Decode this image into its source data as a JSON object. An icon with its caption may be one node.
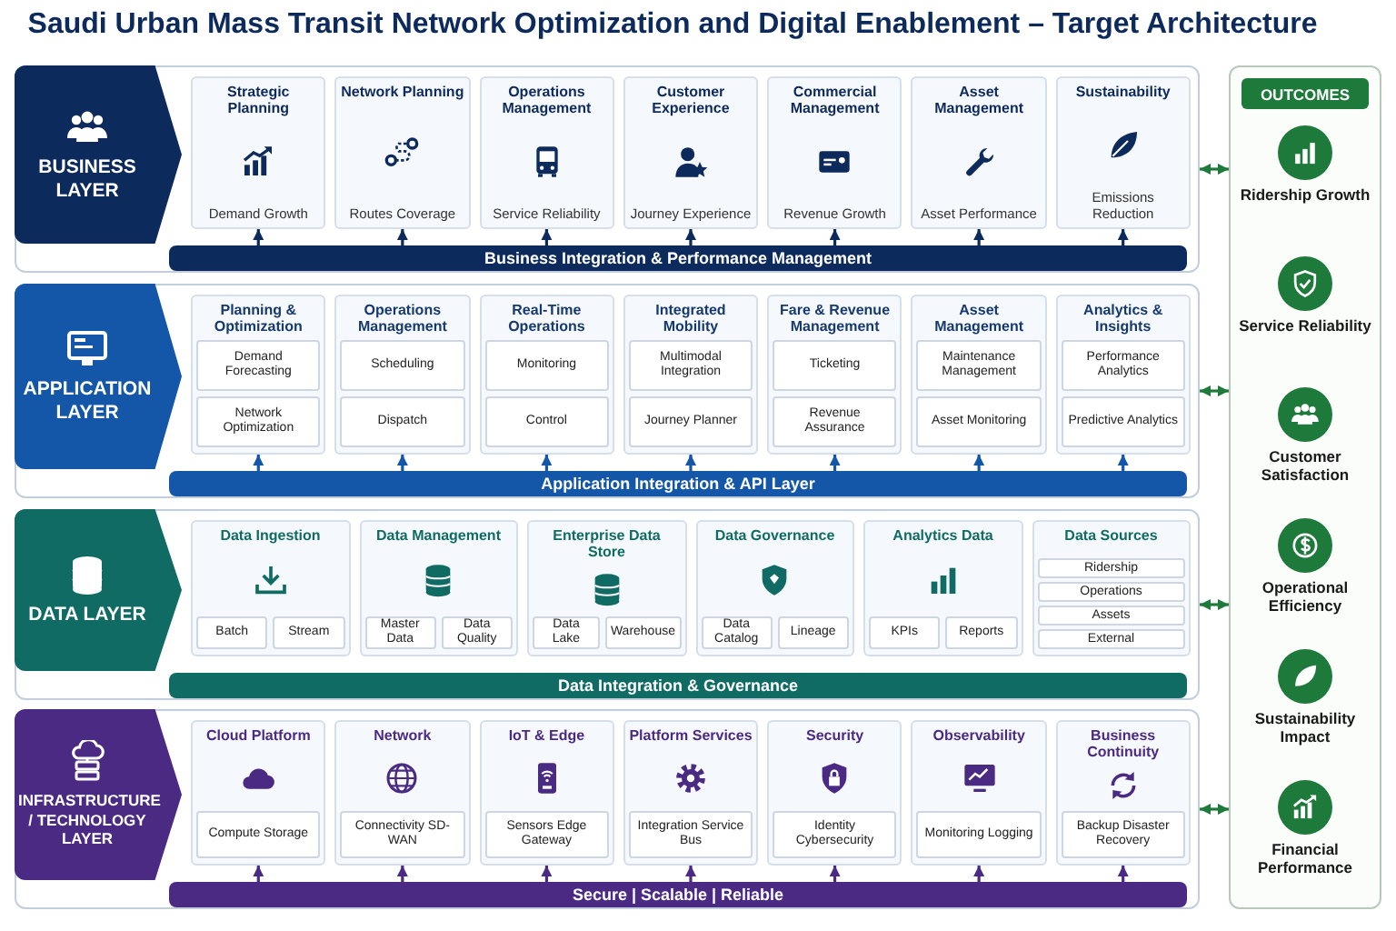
{
  "diagram": {
    "title": "Saudi Urban Mass Transit Network Optimization and Digital Enablement – Target Architecture",
    "nodes": [
      {
        "text": [
          "BUSINESS LAYER"
        ]
      },
      {
        "text": [
          "Strategic Planning",
          "Demand Growth"
        ],
        "in": 0
      },
      {
        "text": [
          "Network Planning",
          "Routes Coverage"
        ],
        "in": 0
      },
      {
        "text": [
          "Operations Management",
          "Service Reliability"
        ],
        "in": 0
      },
      {
        "text": [
          "Customer Experience",
          "Journey Experience"
        ],
        "in": 0
      },
      {
        "text": [
          "Commercial Management",
          "Revenue Growth"
        ],
        "in": 0
      },
      {
        "text": [
          "Asset Management",
          "Asset Performance"
        ],
        "in": 0
      },
      {
        "text": [
          "Sustainability",
          "Emissions Reduction"
        ],
        "in": 0
      },
      {
        "text": [
          "Business Integration & Performance Management"
        ],
        "in": 0
      },
      {
        "text": [
          "APPLICATION LAYER"
        ]
      },
      {
        "text": [
          "Planning & Optimization"
        ],
        "in": 9
      },
      {
        "text": [
          "Demand Forecasting"
        ],
        "in": 10
      },
      {
        "text": [
          "Network Optimization"
        ],
        "in": 10
      },
      {
        "text": [
          "Operations Management"
        ],
        "in": 9
      },
      {
        "text": [
          "Scheduling"
        ],
        "in": 13
      },
      {
        "text": [
          "Dispatch"
        ],
        "in": 13
      },
      {
        "text": [
          "Real-Time Operations"
        ],
        "in": 9
      },
      {
        "text": [
          "Monitoring"
        ],
        "in": 16
      },
      {
        "text": [
          "Control"
        ],
        "in": 16
      },
      {
        "text": [
          "Integrated Mobility"
        ],
        "in": 9
      },
      {
        "text": [
          "Multimodal Integration"
        ],
        "in": 19
      },
      {
        "text": [
          "Journey Planner"
        ],
        "in": 19
      },
      {
        "text": [
          "Fare & Revenue Management"
        ],
        "in": 9
      },
      {
        "text": [
          "Ticketing"
        ],
        "in": 22
      },
      {
        "text": [
          "Revenue Assurance"
        ],
        "in": 22
      },
      {
        "text": [
          "Asset Management"
        ],
        "in": 9
      },
      {
        "text": [
          "Maintenance Management"
        ],
        "in": 25
      },
      {
        "text": [
          "Asset Monitoring"
        ],
        "in": 25
      },
      {
        "text": [
          "Analytics & Insights"
        ],
        "in": 9
      },
      {
        "text": [
          "Performance Analytics"
        ],
        "in": 28
      },
      {
        "text": [
          "Predictive Analytics"
        ],
        "in": 28
      },
      {
        "text": [
          "Application Integration & API Layer"
        ],
        "in": 9
      },
      {
        "text": [
          "DATA LAYER"
        ]
      },
      {
        "text": [
          "Data Ingestion"
        ],
        "in": 32
      },
      {
        "text": [
          "Batch"
        ],
        "in": 33
      },
      {
        "text": [
          "Stream"
        ],
        "in": 33
      },
      {
        "text": [
          "Data Management"
        ],
        "in": 32
      },
      {
        "text": [
          "Master Data"
        ],
        "in": 36
      },
      {
        "text": [
          "Data Quality"
        ],
        "in": 36
      },
      {
        "text": [
          "Enterprise Data Store"
        ],
        "in": 32
      },
      {
        "text": [
          "Data Lake"
        ],
        "in": 39
      },
      {
        "text": [
          "Warehouse"
        ],
        "in": 39
      },
      {
        "text": [
          "Data Governance"
        ],
        "in": 32
      },
      {
        "text": [
          "Data Catalog"
        ],
        "in": 42
      },
      {
        "text": [
          "Lineage"
        ],
        "in": 42
      },
      {
        "text": [
          "Analytics Data"
        ],
        "in": 32
      },
      {
        "text": [
          "KPIs"
        ],
        "in": 45
      },
      {
        "text": [
          "Reports"
        ],
        "in": 45
      },
      {
        "text": [
          "Data Sources"
        ],
        "in": 32
      },
      {
        "text": [
          "Ridership"
        ],
        "in": 48
      },
      {
        "text": [
          "Operations"
        ],
        "in": 48
      },
      {
        "text": [
          "Assets"
        ],
        "in": 48
      },
      {
        "text": [
          "External"
        ],
        "in": 48
      },
      {
        "text": [
          "Data Integration & Governance"
        ],
        "in": 32
      },
      {
        "text": [
          "INFRASTRUCTURE / TECHNOLOGY LAYER"
        ]
      },
      {
        "text": [
          "Cloud Platform"
        ],
        "in": 54
      },
      {
        "text": [
          "Compute Storage"
        ],
        "in": 55
      },
      {
        "text": [
          "Network"
        ],
        "in": 54
      },
      {
        "text": [
          "Connectivity SD-WAN"
        ],
        "in": 57
      },
      {
        "text": [
          "IoT & Edge"
        ],
        "in": 54
      },
      {
        "text": [
          "Sensors Edge Gateway"
        ],
        "in": 59
      },
      {
        "text": [
          "Platform Services"
        ],
        "in": 54
      },
      {
        "text": [
          "Integration Service Bus"
        ],
        "in": 61
      },
      {
        "text": [
          "Security"
        ],
        "in": 54
      },
      {
        "text": [
          "Identity Cybersecurity"
        ],
        "in": 63
      },
      {
        "text": [
          "Observability"
        ],
        "in": 54
      },
      {
        "text": [
          "Monitoring Logging"
        ],
        "in": 65
      },
      {
        "text": [
          "Business Continuity"
        ],
        "in": 54
      },
      {
        "text": [
          "Backup Disaster Recovery"
        ],
        "in": 67
      },
      {
        "text": [
          "Secure | Scalable | Reliable"
        ],
        "in": 54
      },
      {
        "text": [
          "OUTCOMES"
        ]
      },
      {
        "text": [
          "Ridership Growth"
        ],
        "in": 70
      },
      {
        "text": [
          "Service Reliability"
        ],
        "in": 70
      },
      {
        "text": [
          "Customer Satisfaction"
        ],
        "in": 70
      },
      {
        "text": [
          "Operational Efficiency"
        ],
        "in": 70
      },
      {
        "text": [
          "Sustainability Impact"
        ],
        "in": 70
      },
      {
        "text": [
          "Financial Performance"
        ],
        "in": 70
      }
    ],
    "edges": [
      {
        "from": 8,
        "to": 1,
        "arrow": "to"
      },
      {
        "from": 8,
        "to": 2,
        "arrow": "to"
      },
      {
        "from": 8,
        "to": 3,
        "arrow": "to"
      },
      {
        "from": 8,
        "to": 4,
        "arrow": "to"
      },
      {
        "from": 8,
        "to": 5,
        "arrow": "to"
      },
      {
        "from": 8,
        "to": 6,
        "arrow": "to"
      },
      {
        "from": 8,
        "to": 7,
        "arrow": "to"
      },
      {
        "from": 31,
        "to": 10,
        "arrow": "to"
      },
      {
        "from": 31,
        "to": 13,
        "arrow": "to"
      },
      {
        "from": 31,
        "to": 16,
        "arrow": "to"
      },
      {
        "from": 31,
        "to": 19,
        "arrow": "to"
      },
      {
        "from": 31,
        "to": 22,
        "arrow": "to"
      },
      {
        "from": 31,
        "to": 25,
        "arrow": "to"
      },
      {
        "from": 31,
        "to": 28,
        "arrow": "to"
      },
      {
        "from": 69,
        "to": 55,
        "arrow": "to"
      },
      {
        "from": 69,
        "to": 57,
        "arrow": "to"
      },
      {
        "from": 69,
        "to": 59,
        "arrow": "to"
      },
      {
        "from": 69,
        "to": 61,
        "arrow": "to"
      },
      {
        "from": 69,
        "to": 63,
        "arrow": "to"
      },
      {
        "from": 69,
        "to": 65,
        "arrow": "to"
      },
      {
        "from": 69,
        "to": 67,
        "arrow": "to"
      },
      {
        "from": 0,
        "to": 70,
        "arrow": "both",
        "color": "#1e7a3a"
      },
      {
        "from": 9,
        "to": 70,
        "arrow": "both",
        "color": "#1e7a3a"
      },
      {
        "from": 32,
        "to": 70,
        "arrow": "both",
        "color": "#1e7a3a"
      },
      {
        "from": 54,
        "to": 70,
        "arrow": "both",
        "color": "#1e7a3a"
      }
    ]
  }
}
